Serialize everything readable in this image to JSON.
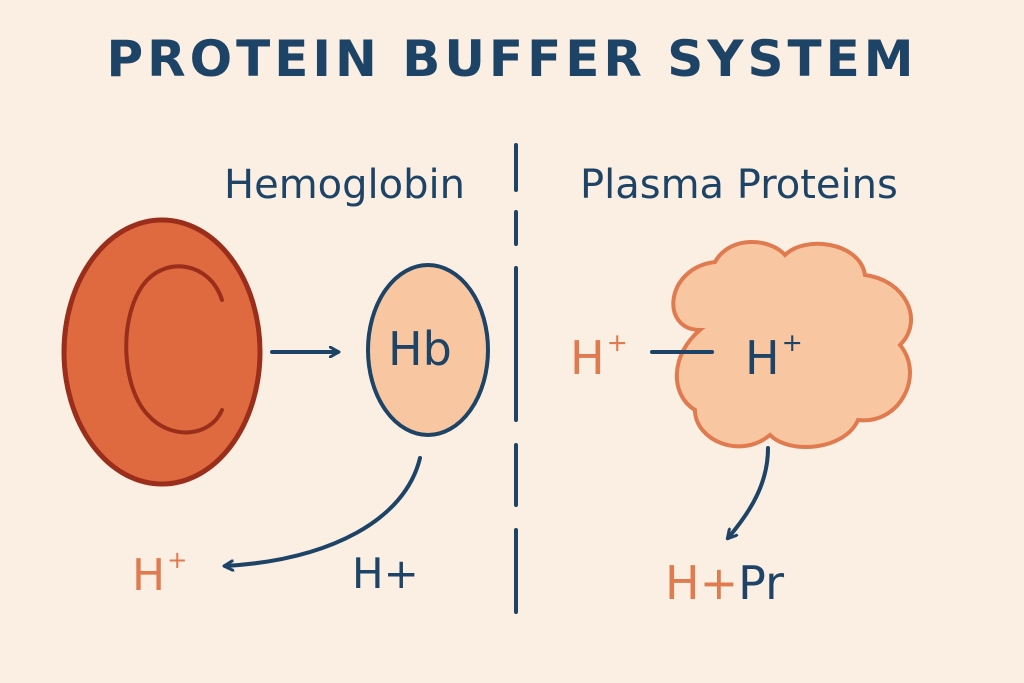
{
  "title": "PROTEIN BUFFER SYSTEM",
  "left_section": {
    "label": "Hemoglobin",
    "hb_label": "Hb",
    "h_ion_base": "H",
    "h_ion_charge": "+",
    "h_plus_label": "H+"
  },
  "right_section": {
    "label": "Plasma Proteins",
    "h_ion_base": "H",
    "h_ion_charge": "+",
    "protein_ion_base": "H",
    "protein_ion_charge": "+",
    "product_h": "H+",
    "product_pr": "Pr"
  },
  "colors": {
    "background": "#fbeee2",
    "navy": "#1d4466",
    "orange": "#e07a4f",
    "cell_fill": "#e06a3f",
    "cell_stroke": "#9a2e1a",
    "peach_fill": "#f8c6a0"
  },
  "icons": [
    "red-blood-cell-icon",
    "hemoglobin-oval-icon",
    "plasma-protein-cloud-icon"
  ]
}
